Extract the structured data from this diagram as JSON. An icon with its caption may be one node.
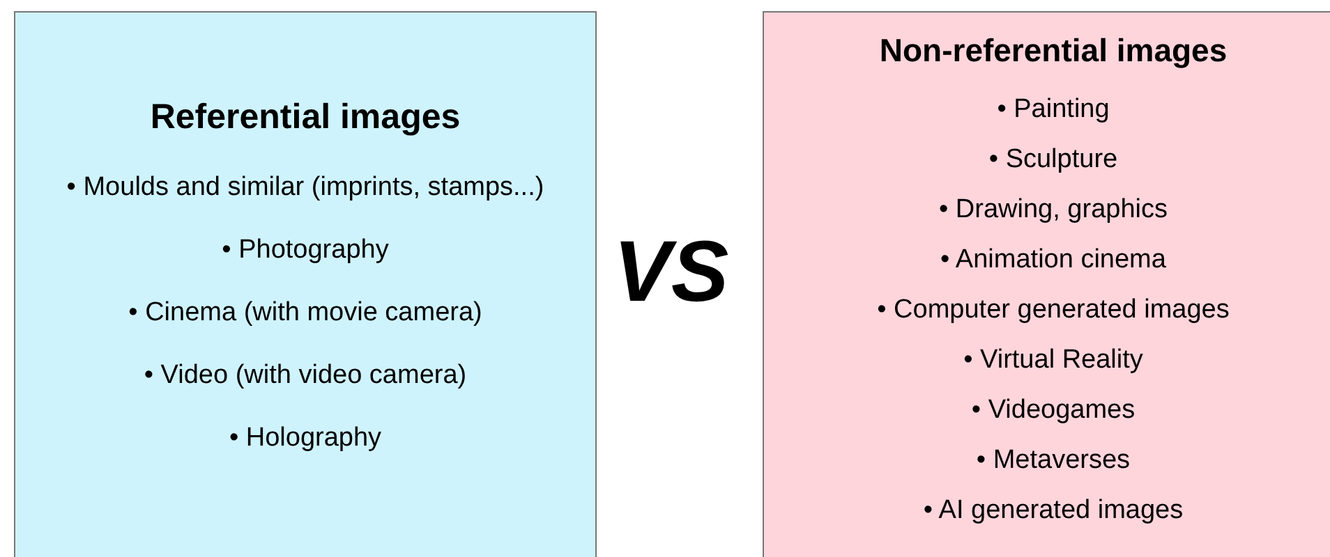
{
  "diagram": {
    "nodes": [
      {
        "text": [
          "Referential images",
          "• Moulds and similar (imprints, stamps...)",
          "• Photography",
          "• Cinema (with movie camera)",
          "• Video (with video camera)",
          "• Holography"
        ]
      },
      {
        "text": [
          "Non-referential images",
          "• Painting",
          "• Sculpture",
          "• Drawing, graphics",
          "• Animation cinema",
          "• Computer generated images",
          "• Virtual Reality",
          "• Videogames",
          "• Metaverses",
          "• AI generated images"
        ]
      }
    ],
    "labels": [
      "VS"
    ]
  }
}
